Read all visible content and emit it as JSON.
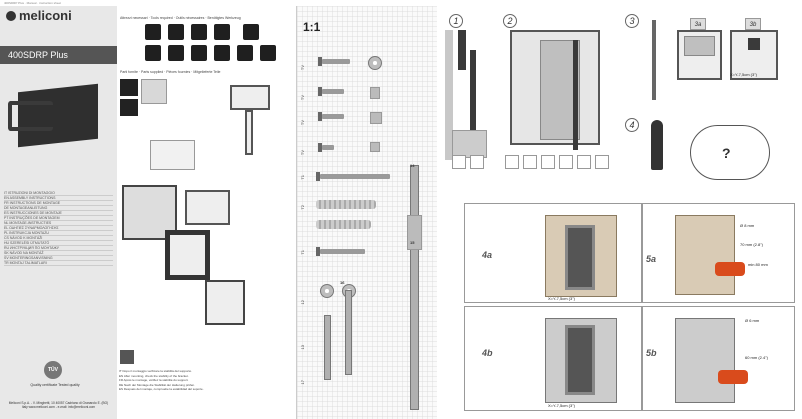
{
  "header_strip": "400SDRP Plus · Manual · instruction sheet",
  "brand": {
    "name": "meliconi"
  },
  "model": "400SDRP Plus",
  "languages": [
    "IT ISTRUZIONI DI MONTAGGIO",
    "EN ASSEMBLY INSTRUCTIONS",
    "FR INSTRUCTIONS DE MONTAGE",
    "DE MONTAGEANLEITUNG",
    "ES INSTRUCCIONES DE MONTAJE",
    "PT INSTRUÇÕES DE MONTAGEM",
    "NL MONTAGE-INSTRUCTIES",
    "EL ΟΔΗΓΙΕΣ ΣΥΝΑΡΜΟΛΟΓΗΣΗΣ",
    "PL INSTRUKCJA MONTAŻU",
    "CS NÁVOD K MONTÁŽI",
    "HU SZERELÉSI ÚTMUTATÓ",
    "RU ИНСТРУКЦИЯ ПО МОНТАЖУ",
    "SK NÁVOD NA MONTÁŽ",
    "SV MONTERINGSANVISNING",
    "TR MONTAJ TALİMATLARI"
  ],
  "tuv_label": "TÜV",
  "quality_text": "Quality certificate\nTested quality",
  "address": "Meliconi S.p.A. - V. Minghetti, 10\n40057 Cadriano di Granarolo E. (BO) Italy\nwww.meliconi.com - e-mail: info@meliconi.com",
  "sections": {
    "tools": "Attrezzi necessari · Tools required · Outils nécessaires · Benötigtes Werkzeug",
    "parts": "Parti fornite · Parts supplied · Pièces fournies · Mitgelieferte Teile"
  },
  "scale_title": "1:1",
  "part_labels": [
    "TV",
    "TV",
    "TV",
    "TV",
    "T1",
    "T2",
    "T1",
    "12",
    "13",
    "14",
    "15",
    "16",
    "17"
  ],
  "steps": [
    "1",
    "2",
    "3",
    "4"
  ],
  "substeps": [
    "3a",
    "3b",
    "4a",
    "4b",
    "5a",
    "5b"
  ],
  "dims": {
    "x_label": "X=Y-7,5cm (3\")",
    "drill_8": "Ø 8 mm",
    "depth": "70 mm (2.8\")",
    "depth2": "min 80 mm",
    "drill_6": "Ø 6 mm",
    "depth3": "60 mm (2.4\")"
  },
  "notes": [
    "IT Dopo il montaggio verificare la stabilità del supporto.",
    "EN After mounting, check the stability of the bracket.",
    "FR Après le montage, vérifiez la stabilité du support.",
    "DE Nach der Montage die Stabilität der Halterung prüfen.",
    "ES Después del montaje, compruebe la estabilidad del soporte."
  ]
}
